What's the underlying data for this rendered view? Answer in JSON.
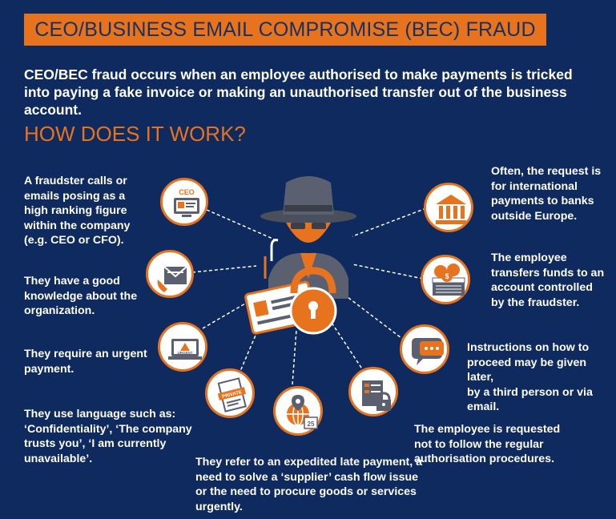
{
  "banner": {
    "title": "CEO/BUSINESS EMAIL COMPROMISE (BEC) FRAUD"
  },
  "intro": "CEO/BEC fraud occurs when an employee authorised to make payments is tricked into paying a fake invoice or making an unauthorised transfer out of the business account.",
  "subheading": "HOW DOES IT WORK?",
  "points": {
    "left1": "A fraudster calls or\nemails posing as a\nhigh ranking figure\nwithin the company\n(e.g. CEO or CFO).",
    "left2": "They have a good\nknowledge about the\norganization.",
    "left3": "They require an urgent\npayment.",
    "left4": "They use language such as:\n‘Confidentiality’, ‘The company\ntrusts you’, ‘I am currently\nunavailable’.",
    "bottom": "They refer to an expedited late payment, a\nneed to solve a ‘supplier’ cash flow issue\nor the need to procure goods or services\nurgently.",
    "right1": "Often, the request is\nfor international\npayments to banks\noutside Europe.",
    "right2": "The employee\ntransfers funds to an\naccount controlled\nby the fraudster.",
    "right3": "Instructions on how to\nproceed may be given later,\nby a third person or via\nemail.",
    "right4": "The employee is requested\nnot to follow the regular\nauthorisation procedures."
  },
  "icon_labels": {
    "ceo": "CEO",
    "urgent": "URGENT",
    "private": "PRIVATE",
    "calendar_day": "25"
  },
  "colors": {
    "background": "#0f2a5e",
    "accent": "#e8731e",
    "text": "#ffffff",
    "icon_grey": "#5a6070"
  },
  "icons": [
    "ceo-email-icon",
    "envelope-phone-icon",
    "urgent-laptop-icon",
    "private-document-icon",
    "globe-calendar-icon",
    "lock-server-icon",
    "chat-bubble-icon",
    "money-stack-icon",
    "bank-icon",
    "fraudster-hacker-icon"
  ]
}
